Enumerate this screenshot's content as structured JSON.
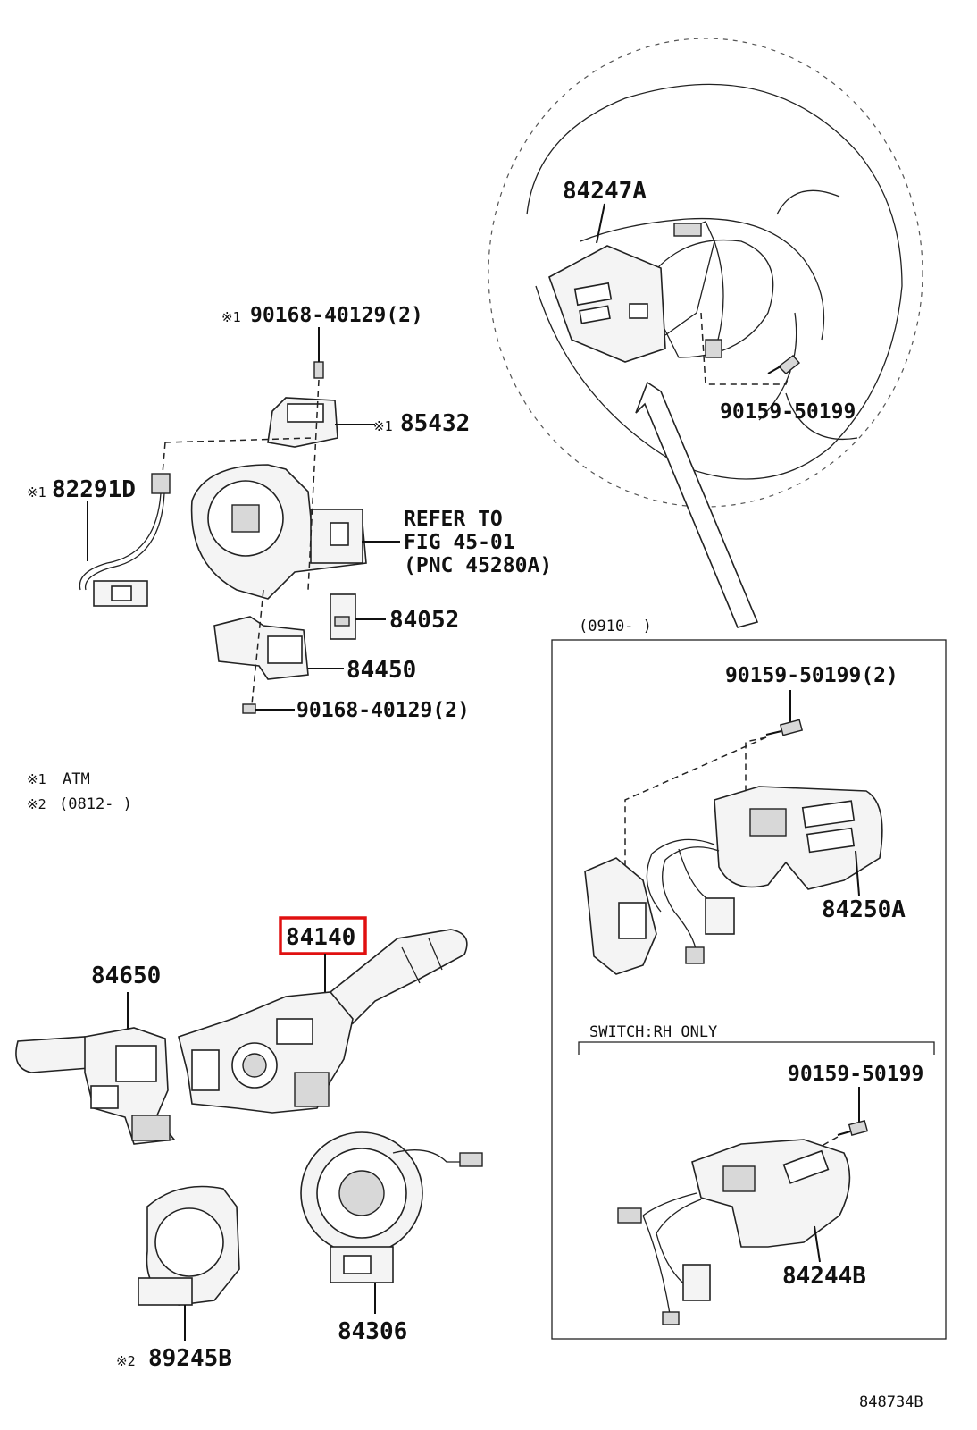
{
  "labels": {
    "p84247A": "84247A",
    "p90168_top": "90168-40129(2)",
    "p85432": "85432",
    "p82291D": "82291D",
    "refer_line1": "REFER TO",
    "refer_line2": "FIG 45-01",
    "refer_line3": "(PNC 45280A)",
    "p84052": "84052",
    "p84450": "84450",
    "p90168_bottom": "90168-40129(2)",
    "p90159_wheel": "90159-50199",
    "box_period": "(0910-      )",
    "p90159_box": "90159-50199(2)",
    "p84250A": "84250A",
    "switch_rh": "SWITCH:RH ONLY",
    "p90159_rh": "90159-50199",
    "p84244B": "84244B",
    "p84140": "84140",
    "p84650": "84650",
    "p84306": "84306",
    "p89245B": "89245B",
    "footnote1": "ATM",
    "footnote2": "(0812-      )",
    "mark1": "※1",
    "mark2": "※2",
    "figure_id": "848734B"
  },
  "colors": {
    "line": "#111111",
    "highlight": "#e01010",
    "background": "#ffffff"
  }
}
